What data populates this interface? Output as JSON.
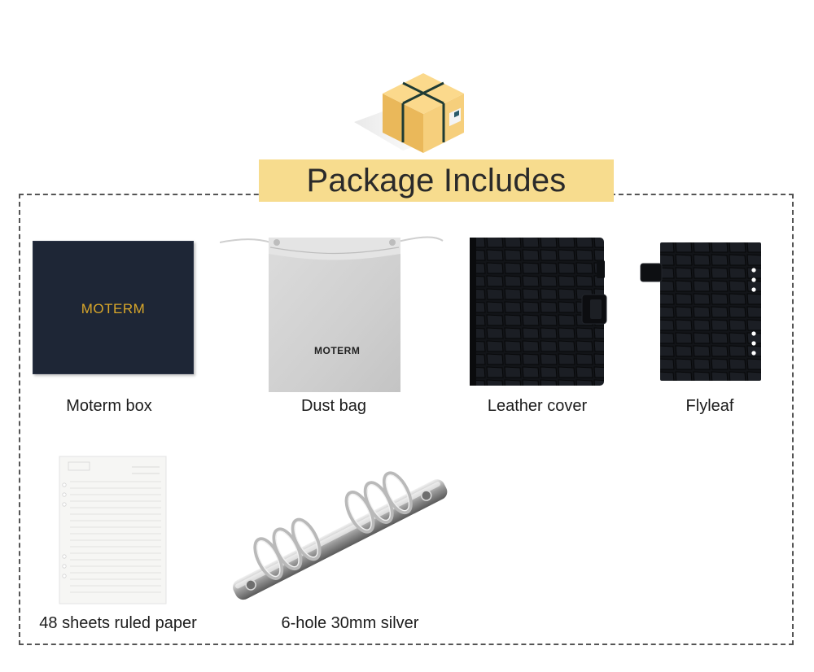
{
  "header": {
    "title": "Package Includes",
    "icon": "package-box-icon"
  },
  "colors": {
    "banner": "#f7dc8e",
    "box_cardboard": "#f2c66a",
    "moterm_box": "#1e2636",
    "logo_gold": "#d9a72a",
    "leather": "#0f1115",
    "dust_bag": "#d3d3d3"
  },
  "items": [
    {
      "label": "Moterm box",
      "brand": "MOTERM",
      "image": "moterm-box-image"
    },
    {
      "label": "Dust bag",
      "brand": "MOTERM",
      "image": "dust-bag-image"
    },
    {
      "label": "Leather cover",
      "image": "leather-cover-image"
    },
    {
      "label": "Flyleaf",
      "image": "flyleaf-image"
    },
    {
      "label": "48 sheets ruled paper",
      "image": "ruled-paper-image"
    },
    {
      "label": "6-hole 30mm silver",
      "image": "ring-binder-image"
    }
  ]
}
